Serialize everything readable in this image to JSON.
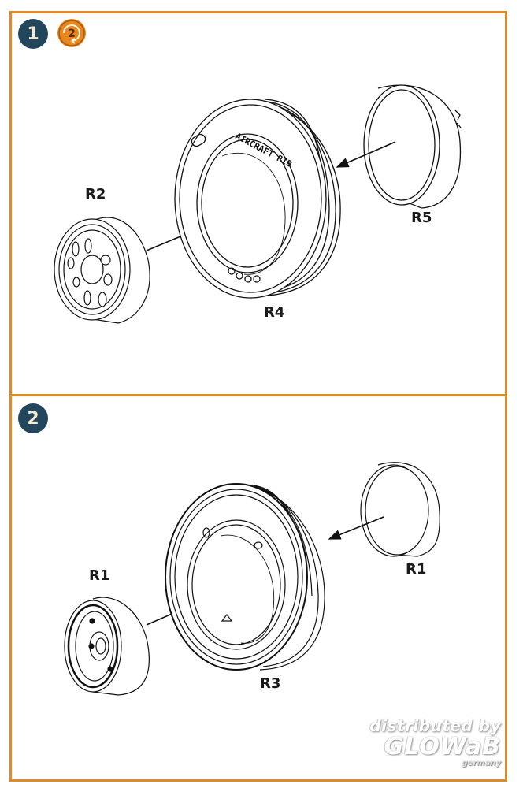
{
  "steps": [
    {
      "number": "1",
      "reference_step": "2",
      "parts": [
        {
          "id": "R2",
          "label": "R2",
          "role": "wheel hub"
        },
        {
          "id": "R4",
          "label": "R4",
          "role": "tire",
          "sidewall_text": "AIRCRAFT RIB"
        },
        {
          "id": "R5",
          "label": "R5",
          "role": "hub cap"
        }
      ]
    },
    {
      "number": "2",
      "parts": [
        {
          "id": "R1a",
          "label": "R1",
          "role": "wheel hub"
        },
        {
          "id": "R3",
          "label": "R3",
          "role": "tire"
        },
        {
          "id": "R1b",
          "label": "R1",
          "role": "hub cap"
        }
      ]
    }
  ],
  "watermark": {
    "line1": "distributed by",
    "line2": "GLOWaB",
    "line3": "germany"
  },
  "colors": {
    "frame": "#e08a2a",
    "step_badge": "#22465b",
    "ref_badge": "#e8871f"
  }
}
